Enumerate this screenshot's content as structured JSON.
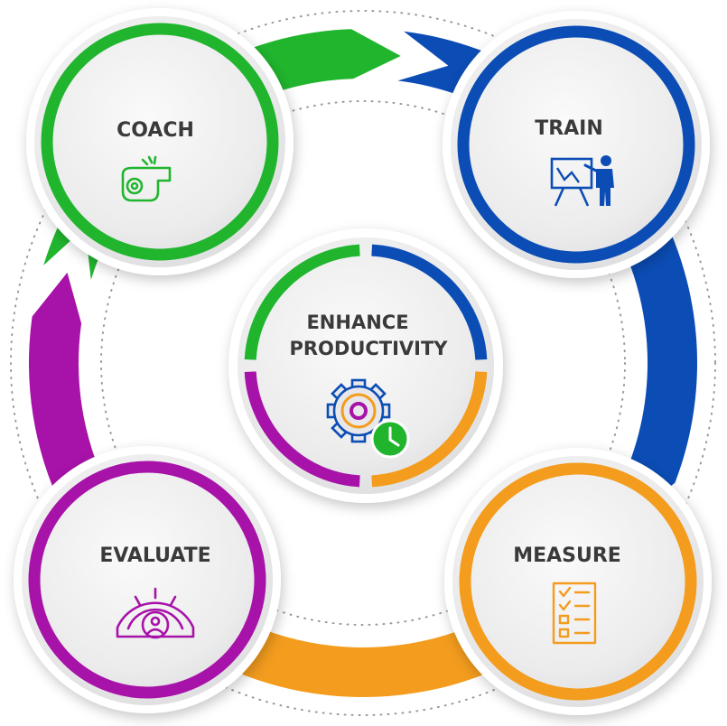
{
  "diagram": {
    "center": {
      "title_line1": "ENHANCE",
      "title_line2": "PRODUCTIVITY",
      "icon": "gear-clock-icon"
    },
    "nodes": [
      {
        "id": "coach",
        "label": "COACH",
        "icon": "whistle-icon",
        "color": "#21B52E"
      },
      {
        "id": "train",
        "label": "TRAIN",
        "icon": "presentation-trainer-icon",
        "color": "#0B4DB5"
      },
      {
        "id": "measure",
        "label": "MEASURE",
        "icon": "checklist-icon",
        "color": "#F39C1E"
      },
      {
        "id": "evaluate",
        "label": "EVALUATE",
        "icon": "gauge-person-icon",
        "color": "#A712A8"
      }
    ],
    "colors": {
      "green": "#21B52E",
      "blue": "#0B4DB5",
      "orange": "#F39C1E",
      "purple": "#A712A8",
      "text": "#3A3A3A",
      "disc": "#EEEEEF"
    }
  }
}
